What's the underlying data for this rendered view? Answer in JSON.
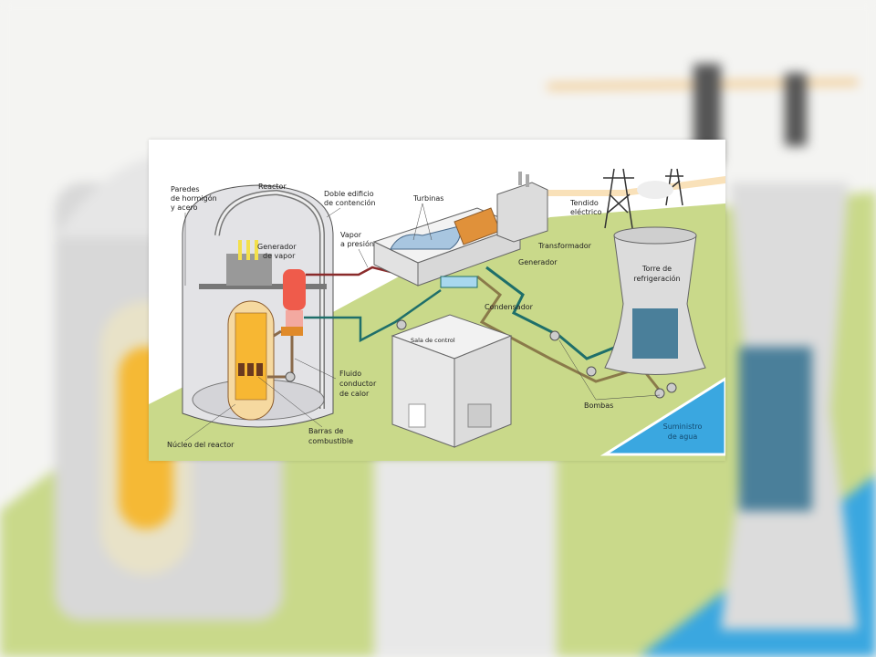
{
  "diagram": {
    "title": "Central nuclear",
    "labels": {
      "walls": [
        "Paredes",
        "de hormigón",
        "y acero"
      ],
      "reactor": "Reactor",
      "containment": [
        "Doble edificio",
        "de contención"
      ],
      "turbines": "Turbinas",
      "power_line": [
        "Tendido",
        "eléctrico"
      ],
      "steam": [
        "Vapor",
        "a presión"
      ],
      "steam_generator": [
        "Generador",
        "de vapor"
      ],
      "transformer": "Transformador",
      "generator": "Generador",
      "cooling_tower": [
        "Torre de",
        "refrigeración"
      ],
      "condenser": "Condensador",
      "control_room": "Sala de control",
      "coolant": [
        "Fluido",
        "conductor",
        "de calor"
      ],
      "pumps": "Bombas",
      "water_supply": [
        "Suministro",
        "de agua"
      ],
      "core": "Núcleo del reactor",
      "fuel_rods": [
        "Barras de",
        "combustible"
      ]
    },
    "colors": {
      "ground": "#c9d98a",
      "water": "#3aa7e0",
      "core": "#f7b733",
      "steam_pipe": "#8a2b2b",
      "cold_pipe": "#1f6f6a",
      "generator": "#e0913a",
      "steam_generator": "#ef5b4b"
    }
  }
}
